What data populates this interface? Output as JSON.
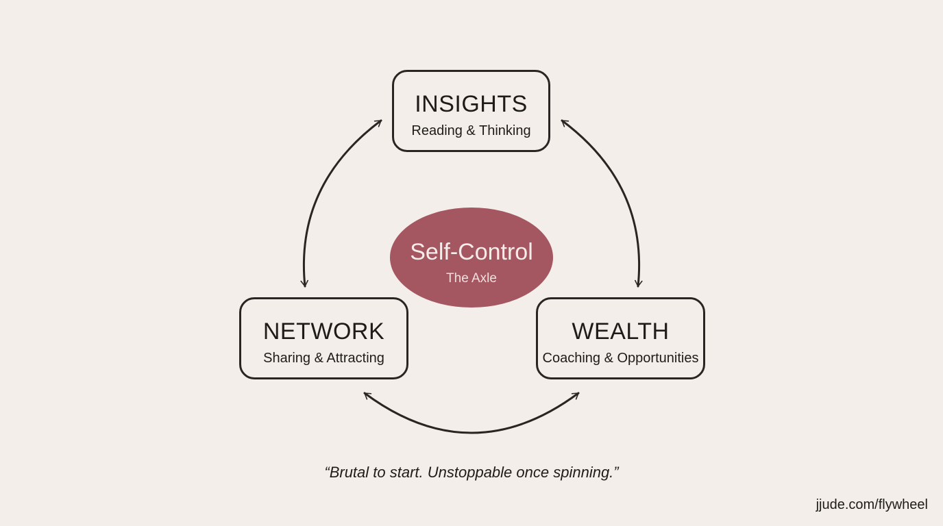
{
  "nodes": {
    "insights": {
      "title": "INSIGHTS",
      "subtitle": "Reading & Thinking"
    },
    "network": {
      "title": "NETWORK",
      "subtitle": "Sharing & Attracting"
    },
    "wealth": {
      "title": "WEALTH",
      "subtitle": "Coaching & Opportunities"
    }
  },
  "hub": {
    "title": "Self-Control",
    "subtitle": "The Axle",
    "color": "#a45661"
  },
  "quote": "“Brutal to start. Unstoppable once spinning.”",
  "credit": "jjude.com/flywheel",
  "colors": {
    "background": "#f3eee9",
    "stroke": "#2a2522"
  }
}
